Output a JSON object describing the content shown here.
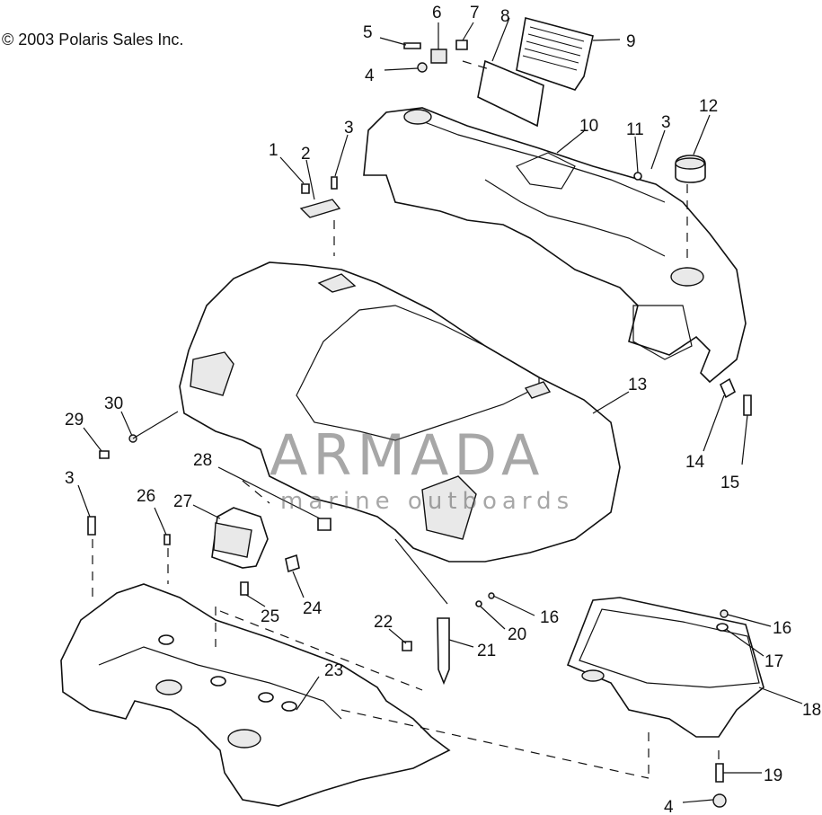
{
  "copyright": "© 2003 Polaris Sales Inc.",
  "watermark": {
    "title": "ARMADA",
    "subtitle": "marine outboards",
    "logo_color": "#e07ab4"
  },
  "callouts": [
    "1",
    "2",
    "3",
    "3",
    "3",
    "4",
    "4",
    "5",
    "6",
    "7",
    "8",
    "9",
    "10",
    "11",
    "12",
    "13",
    "14",
    "15",
    "16",
    "16",
    "17",
    "18",
    "19",
    "20",
    "21",
    "22",
    "23",
    "24",
    "25",
    "26",
    "27",
    "28",
    "29",
    "30"
  ]
}
